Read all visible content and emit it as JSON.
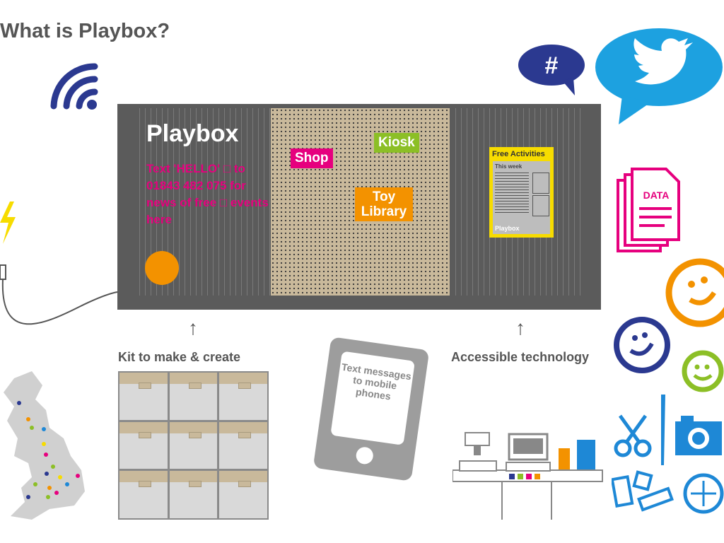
{
  "title": "What is Playbox?",
  "container": {
    "brand": "Playbox",
    "sms_text": "Text 'HELLO' □ to 01843 482 075 for news of free □ events here",
    "signs": {
      "shop": "Shop",
      "kiosk": "Kiosk",
      "toy_library": "Toy Library"
    },
    "poster": {
      "heading": "Free Activities",
      "subheading": "This week",
      "footer": "Playbox"
    }
  },
  "labels": {
    "kit": "Kit to make & create",
    "tech": "Accessible technology",
    "arrow": "↑"
  },
  "phone": {
    "text": "Text messages to mobile phones"
  },
  "icons": {
    "hashtag": "#",
    "data_doc": "DATA"
  },
  "colors": {
    "navy": "#2b3990",
    "twitter": "#1da1e0",
    "magenta": "#e6007e",
    "orange": "#f39200",
    "green": "#8cbf26",
    "yellow": "#f7dc00",
    "blue": "#1e88d6"
  }
}
